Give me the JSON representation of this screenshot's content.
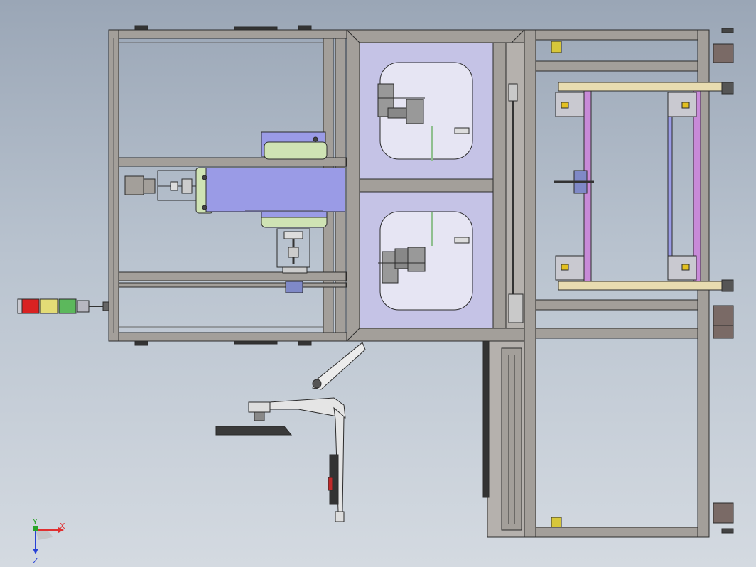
{
  "viewport": {
    "triad": {
      "x_label": "X",
      "y_label": "Y",
      "z_label": "Z"
    }
  },
  "colors": {
    "frame_fill": "#a39f9a",
    "frame_edge": "#2b2b2b",
    "window_fill": "#c5c3e6",
    "window_inner": "#e6e5f3",
    "purple_block": "#9a9be6",
    "green_plate": "#cfe3b4",
    "signal_red": "#d92222",
    "signal_yellow": "#e3dc76",
    "signal_green": "#5cb85c",
    "signal_gray": "#b7b7c0",
    "axis_red": "#e03030",
    "axis_green": "#29a329",
    "axis_blue": "#2640d6"
  },
  "model": {
    "signal_tower": {
      "segments": [
        "red",
        "yellow",
        "green",
        "gray"
      ]
    },
    "icons": [
      "signal-tower-icon",
      "monitor-arm-icon",
      "caster-wheel-icon",
      "coordinate-triad-icon"
    ]
  }
}
